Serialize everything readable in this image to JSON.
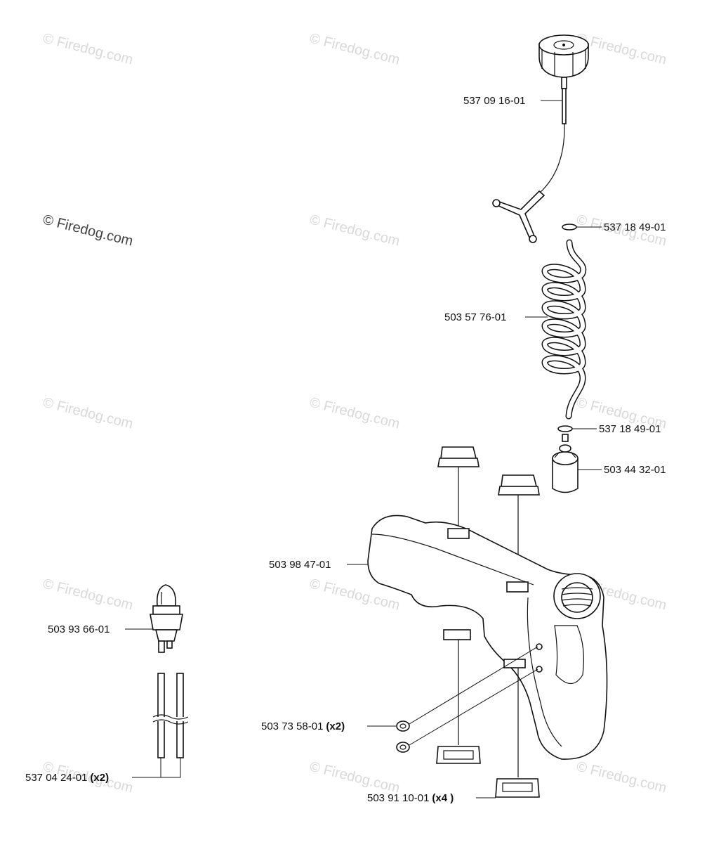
{
  "watermark": {
    "text": "© Firedog.com"
  },
  "parts": [
    {
      "number": "537 09 16-01",
      "qty": ""
    },
    {
      "number": "537 18 49-01",
      "qty": ""
    },
    {
      "number": "503 57 76-01",
      "qty": ""
    },
    {
      "number": "537 18 49-01",
      "qty": ""
    },
    {
      "number": "503 44 32-01",
      "qty": ""
    },
    {
      "number": "503 98 47-01",
      "qty": ""
    },
    {
      "number": "503 93 66-01",
      "qty": ""
    },
    {
      "number": "503 73 58-01",
      "qty": "(x2)"
    },
    {
      "number": "537 04 24-01",
      "qty": "(x2)"
    },
    {
      "number": "503 91 10-01",
      "qty": "(x4 )"
    }
  ]
}
